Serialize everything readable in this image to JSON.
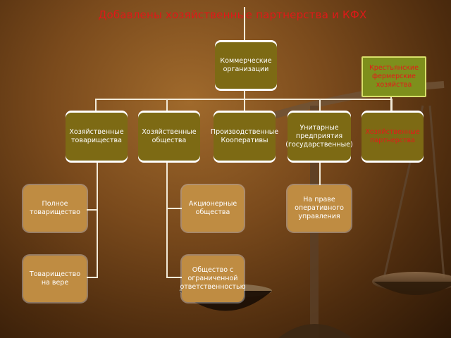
{
  "title": "Добавлены хозяйственные партнерства и КФХ",
  "root": "Коммерческие организации",
  "columns": [
    {
      "head": "Хозяйственные товарищества",
      "children": [
        "Полное товарищество",
        "Товарищество на вере"
      ]
    },
    {
      "head": "Хозяйственные общества",
      "children": [
        "Акционерные общества",
        "Общество с ограниченной ответственностью"
      ]
    },
    {
      "head": "Производственные Кооперативы",
      "children": []
    },
    {
      "head": "Унитарные предприятия (государственные)",
      "children": [
        "На праве оперативного управления"
      ]
    },
    {
      "head": "Хозяйственные партнерства",
      "children": []
    }
  ],
  "side_note": "Крестьянские фермерские хозяйства",
  "colors": {
    "background": "#7a4a1c",
    "gold_box": "#bf8c42",
    "olive_box": "#7d6a14",
    "green_box": "#7e8f1c",
    "title": "#e01818",
    "highlight_text": "#e41a1a",
    "connector": "#f2ead8"
  }
}
